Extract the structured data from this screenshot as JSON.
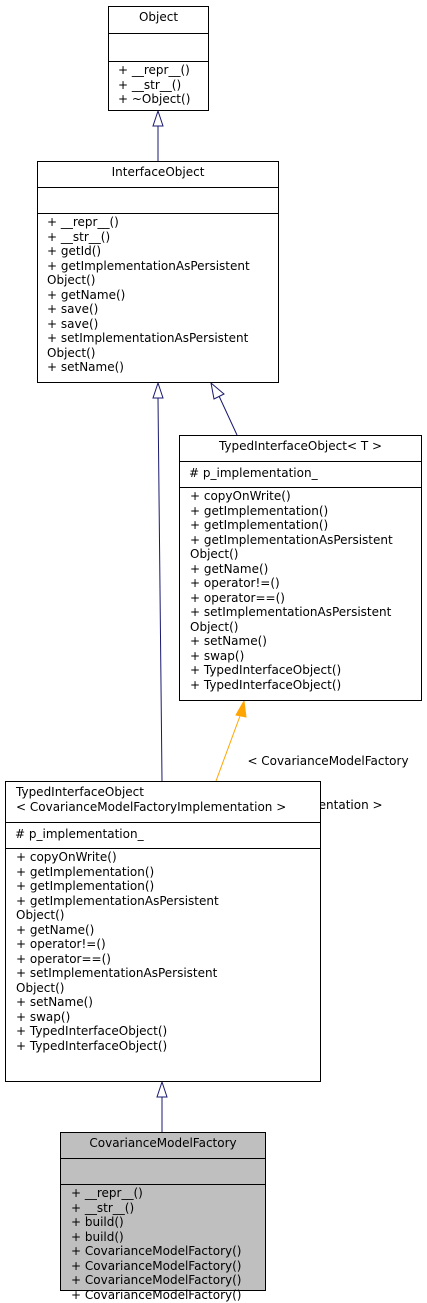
{
  "diagram": {
    "nodes": {
      "object": {
        "title": [
          "Object"
        ],
        "attributes": [],
        "methods": [
          "+ __repr__()",
          "+ __str__()",
          "+ ~Object()"
        ]
      },
      "interface_object": {
        "title": [
          "InterfaceObject"
        ],
        "attributes": [],
        "methods": [
          "+ __repr__()",
          "+ __str__()",
          "+ getId()",
          "+ getImplementationAsPersistent",
          "Object()",
          "+ getName()",
          "+ save()",
          "+ save()",
          "+ setImplementationAsPersistent",
          "Object()",
          "+ setName()"
        ]
      },
      "typed_interface_object_t": {
        "title": [
          "TypedInterfaceObject< T >"
        ],
        "attributes": [
          "# p_implementation_"
        ],
        "methods": [
          "+ copyOnWrite()",
          "+ getImplementation()",
          "+ getImplementation()",
          "+ getImplementationAsPersistent",
          "Object()",
          "+ getName()",
          "+ operator!=()",
          "+ operator==()",
          "+ setImplementationAsPersistent",
          "Object()",
          "+ setName()",
          "+ swap()",
          "+ TypedInterfaceObject()",
          "+ TypedInterfaceObject()"
        ]
      },
      "typed_interface_object_cmf": {
        "title": [
          "TypedInterfaceObject",
          "< CovarianceModelFactoryImplementation >"
        ],
        "attributes": [
          "# p_implementation_"
        ],
        "methods": [
          "+ copyOnWrite()",
          "+ getImplementation()",
          "+ getImplementation()",
          "+ getImplementationAsPersistent",
          "Object()",
          "+ getName()",
          "+ operator!=()",
          "+ operator==()",
          "+ setImplementationAsPersistent",
          "Object()",
          "+ setName()",
          "+ swap()",
          "+ TypedInterfaceObject()",
          "+ TypedInterfaceObject()"
        ]
      },
      "covariance_model_factory": {
        "title": [
          "CovarianceModelFactory"
        ],
        "attributes": [],
        "methods": [
          "+ __repr__()",
          "+ __str__()",
          "+ build()",
          "+ build()",
          "+ CovarianceModelFactory()",
          "+ CovarianceModelFactory()",
          "+ CovarianceModelFactory()",
          "+ CovarianceModelFactory()"
        ]
      }
    },
    "edges": {
      "template_label": [
        "< CovarianceModelFactory",
        "Implementation >"
      ]
    },
    "colors": {
      "inheritance_edge": "#191970",
      "template_edge": "#ffa500",
      "highlight_fill": "#bfbfbf",
      "node_border": "#000000"
    }
  }
}
